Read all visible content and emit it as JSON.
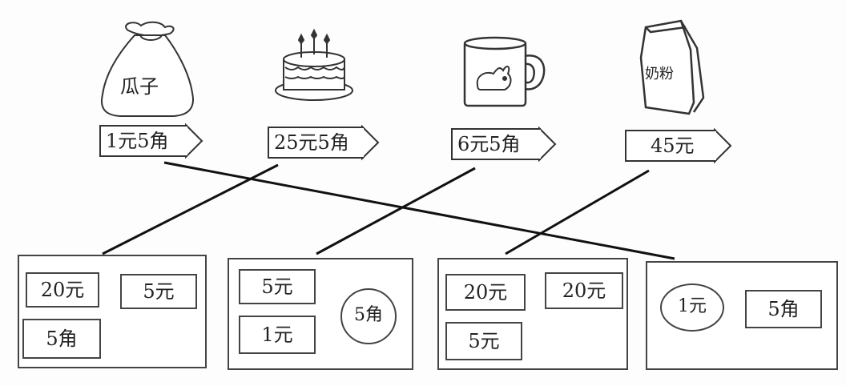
{
  "products": [
    {
      "name": "瓜子",
      "picture": "seed-bag",
      "price": "1元5角"
    },
    {
      "name": "cake",
      "picture": "birthday-cake",
      "price": "25元5角"
    },
    {
      "name": "mug",
      "picture": "rabbit-mug",
      "price": "6元5角"
    },
    {
      "name": "奶粉",
      "picture": "milk-powder-box",
      "price": "45元"
    }
  ],
  "boxes": [
    {
      "items": [
        {
          "kind": "note",
          "text": "20元"
        },
        {
          "kind": "note",
          "text": "5元"
        },
        {
          "kind": "note",
          "text": "5角"
        }
      ]
    },
    {
      "items": [
        {
          "kind": "note",
          "text": "5元"
        },
        {
          "kind": "note",
          "text": "1元"
        },
        {
          "kind": "coin",
          "text": "5角"
        }
      ]
    },
    {
      "items": [
        {
          "kind": "note",
          "text": "20元"
        },
        {
          "kind": "note",
          "text": "20元"
        },
        {
          "kind": "note",
          "text": "5元"
        }
      ]
    },
    {
      "items": [
        {
          "kind": "coin",
          "text": "1元"
        },
        {
          "kind": "note",
          "text": "5角"
        }
      ]
    }
  ],
  "connections": [
    {
      "product": "1元5角",
      "box": 4
    },
    {
      "product": "25元5角",
      "box": 1
    },
    {
      "product": "6元5角",
      "box": 2
    },
    {
      "product": "45元",
      "box": 3
    }
  ]
}
